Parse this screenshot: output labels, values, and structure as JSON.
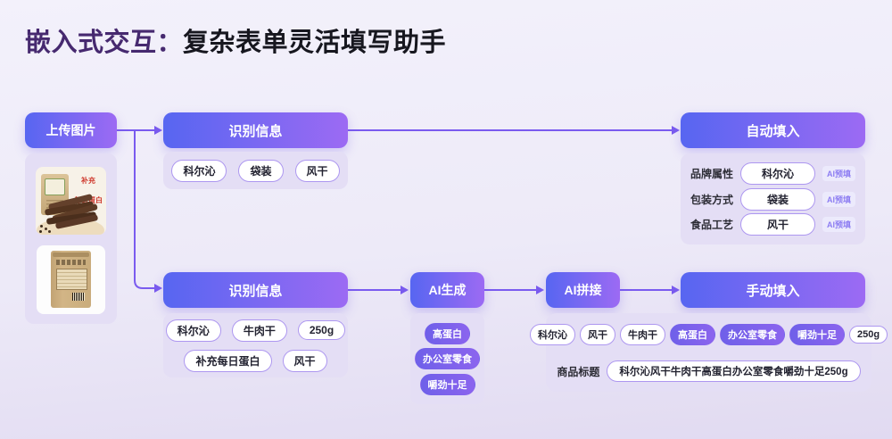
{
  "header": {
    "title_highlight": "嵌入式交互：",
    "title_rest": "复杂表单灵活填写助手"
  },
  "upload": {
    "button": "上传图片"
  },
  "product_images": {
    "front_claim_line1": "补充",
    "front_claim_line2": "每日蛋白"
  },
  "top_flow": {
    "recognize": {
      "title": "识别信息",
      "tags": [
        "科尔沁",
        "袋装",
        "风干"
      ]
    },
    "autofill": {
      "title": "自动填入",
      "rows": [
        {
          "field": "品牌属性",
          "value": "科尔沁",
          "badge": "AI预填"
        },
        {
          "field": "包装方式",
          "value": "袋装",
          "badge": "AI预填"
        },
        {
          "field": "食品工艺",
          "value": "风干",
          "badge": "AI预填"
        }
      ]
    }
  },
  "bottom_flow": {
    "recognize": {
      "title": "识别信息",
      "tags_row1": [
        "科尔沁",
        "牛肉干",
        "250g"
      ],
      "tags_row2": [
        "补充每日蛋白",
        "风干"
      ]
    },
    "ai_generate": {
      "title": "AI生成",
      "tags": [
        "高蛋白",
        "办公室零食",
        "嚼劲十足"
      ]
    },
    "ai_splice": {
      "title": "AI拼接"
    },
    "manual_fill": {
      "title": "手动填入",
      "tags": [
        {
          "text": "科尔沁",
          "filled": false
        },
        {
          "text": "风干",
          "filled": false
        },
        {
          "text": "牛肉干",
          "filled": false
        },
        {
          "text": "高蛋白",
          "filled": true
        },
        {
          "text": "办公室零食",
          "filled": true
        },
        {
          "text": "嚼劲十足",
          "filled": true
        },
        {
          "text": "250g",
          "filled": false
        }
      ],
      "result_label": "商品标题",
      "result_value": "科尔沁风干牛肉干高蛋白办公室零食嚼劲十足250g"
    }
  },
  "colors": {
    "accent_gradient_start": "#5766f1",
    "accent_gradient_end": "#9c6af3",
    "arrow": "#7a5bef",
    "filled_tag": "#7b60e9",
    "card_bg": "#e4def5",
    "title_highlight": "#46296f",
    "ai_badge_text": "#8d7df2"
  }
}
